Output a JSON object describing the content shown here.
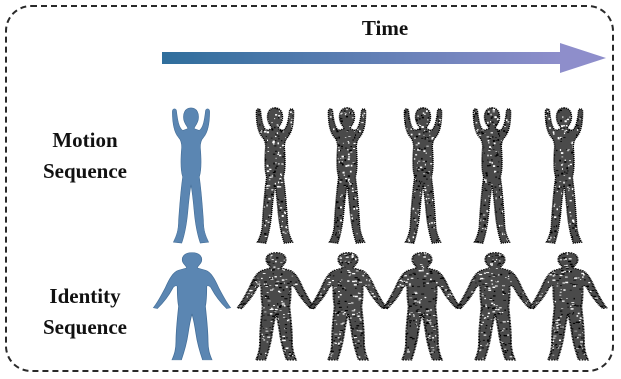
{
  "time_label": "Time",
  "rows": [
    {
      "label_line1": "Motion",
      "label_line2": "Sequence"
    },
    {
      "label_line1": "Identity",
      "label_line2": "Sequence"
    }
  ],
  "colors": {
    "mesh_blue": "#5b86b2",
    "arrow_start": "#2f6e9c",
    "arrow_end": "#8e8ecb",
    "pointcloud": "#000000",
    "border": "#2a2a2a"
  }
}
